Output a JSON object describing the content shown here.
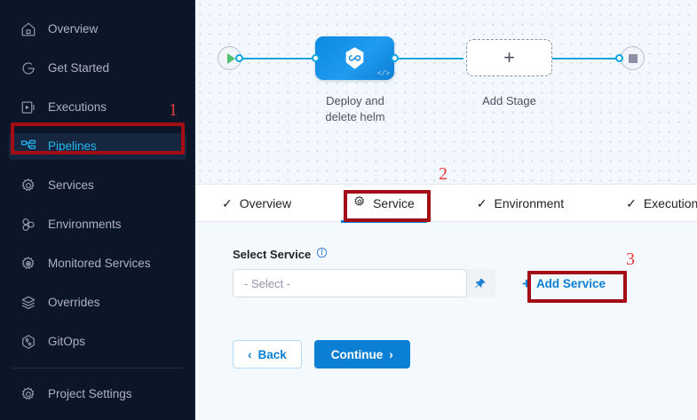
{
  "sidebar": {
    "items": [
      {
        "label": "Overview",
        "icon": "home-icon",
        "active": false
      },
      {
        "label": "Get Started",
        "icon": "get-started-icon",
        "active": false
      },
      {
        "label": "Executions",
        "icon": "executions-icon",
        "active": false
      },
      {
        "label": "Pipelines",
        "icon": "pipelines-icon",
        "active": true
      },
      {
        "label": "Services",
        "icon": "gear-icon",
        "active": false
      },
      {
        "label": "Environments",
        "icon": "environments-icon",
        "active": false
      },
      {
        "label": "Monitored Services",
        "icon": "monitored-services-icon",
        "active": false
      },
      {
        "label": "Overrides",
        "icon": "layers-icon",
        "active": false
      },
      {
        "label": "GitOps",
        "icon": "gitops-icon",
        "active": false
      }
    ],
    "settings": {
      "label": "Project Settings",
      "icon": "gear-icon"
    },
    "active_color": "#23b7f0",
    "background": "#0b1628"
  },
  "canvas": {
    "start_node": "start-play-icon",
    "end_node": "end-stop-icon",
    "stage": {
      "label_line1": "Deploy and",
      "label_line2": "delete helm",
      "icon": "harness-hexagon-icon",
      "code_glyph": "</>"
    },
    "add_stage": {
      "plus": "+",
      "label": "Add Stage"
    }
  },
  "tabs": [
    {
      "label": "Overview",
      "icon": "check-icon",
      "active": false
    },
    {
      "label": "Service",
      "icon": "gear-icon",
      "active": true
    },
    {
      "label": "Environment",
      "icon": "check-icon",
      "active": false
    },
    {
      "label": "Execution",
      "icon": "check-icon",
      "active": false
    }
  ],
  "form": {
    "select_service_label": "Select Service",
    "info_icon": "info-icon",
    "select_placeholder": "- Select -",
    "pin_icon": "pin-icon",
    "add_service_plus": "+",
    "add_service_label": "Add Service",
    "back_label": "Back",
    "back_chevron": "‹",
    "continue_label": "Continue",
    "continue_chevron": "›"
  },
  "annotations": [
    {
      "number": "1",
      "target": "sidebar-item-pipelines"
    },
    {
      "number": "2",
      "target": "tab-service"
    },
    {
      "number": "3",
      "target": "add-service-button"
    }
  ],
  "colors": {
    "accent_blue": "#0b7fd4",
    "annotation_box": "#a30e16",
    "annotation_number": "#ef3a3a",
    "canvas_bg": "#f2f8fd"
  }
}
